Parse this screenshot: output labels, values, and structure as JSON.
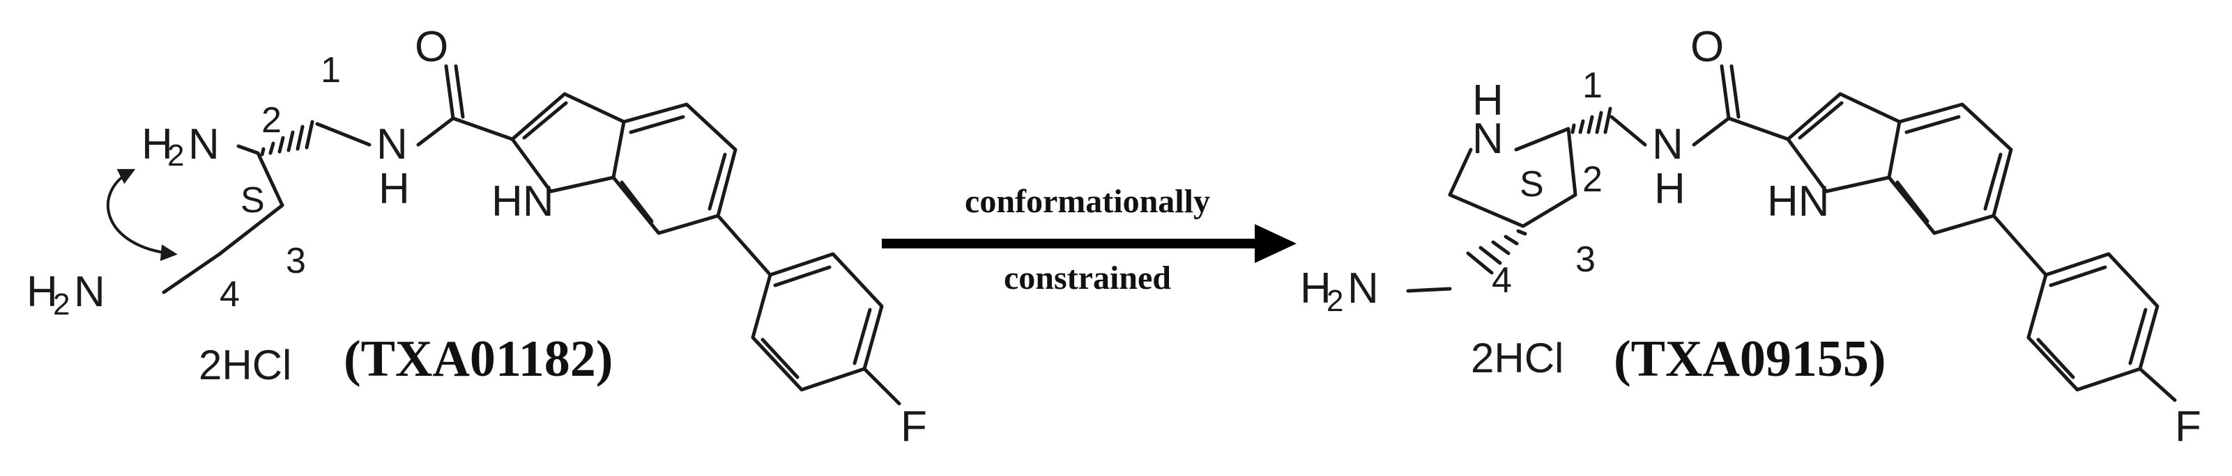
{
  "left": {
    "compound_id": "(TXA01182)",
    "salt": "2HCl",
    "atoms": {
      "nh2_top": "H",
      "nh2_top_n": "N",
      "sub2": "2",
      "nh2_bottom_h": "H",
      "nh2_bottom_n": "N",
      "amide_n": "N",
      "amide_h": "H",
      "oxygen": "O",
      "indole_nh": "HN",
      "fluorine": "F"
    },
    "positions": {
      "p1": "1",
      "p2": "2",
      "p3": "3",
      "p4": "4"
    },
    "stereo": "S"
  },
  "arrow": {
    "line1": "conformationally",
    "line2": "constrained"
  },
  "right": {
    "compound_id": "(TXA09155)",
    "salt": "2HCl",
    "atoms": {
      "ring_h": "H",
      "ring_n": "N",
      "nh2_h": "H",
      "nh2_n": "N",
      "sub2": "2",
      "amide_n": "N",
      "amide_h": "H",
      "oxygen": "O",
      "indole_nh": "HN",
      "fluorine": "F"
    },
    "positions": {
      "p1": "1",
      "p2": "2",
      "p3": "3",
      "p4": "4"
    },
    "stereo": "S"
  }
}
